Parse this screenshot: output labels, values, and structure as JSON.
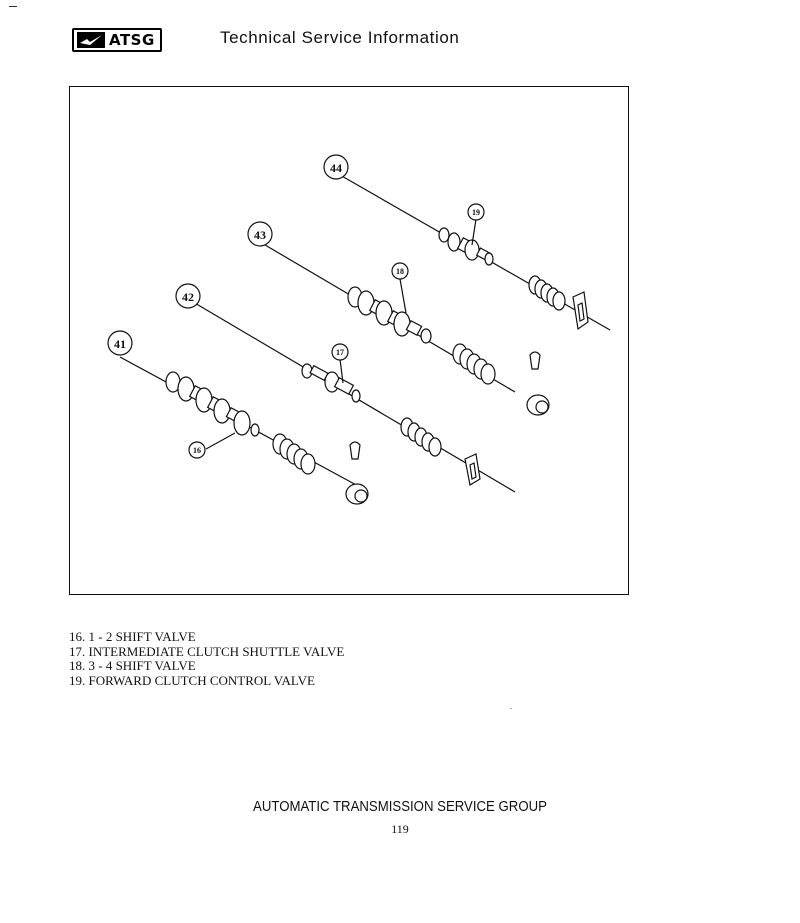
{
  "header": {
    "logo_text": "ATSG",
    "title": "Technical Service Information"
  },
  "figure": {
    "callouts": [
      "44",
      "43",
      "42",
      "41",
      "19",
      "18",
      "17",
      "16"
    ]
  },
  "legend": {
    "items": [
      "16. 1 - 2 SHIFT VALVE",
      "17. INTERMEDIATE CLUTCH SHUTTLE VALVE",
      "18. 3 - 4 SHIFT VALVE",
      "19. FORWARD CLUTCH CONTROL VALVE"
    ]
  },
  "footer": {
    "organization": "AUTOMATIC TRANSMISSION SERVICE GROUP",
    "page_number": "119"
  }
}
